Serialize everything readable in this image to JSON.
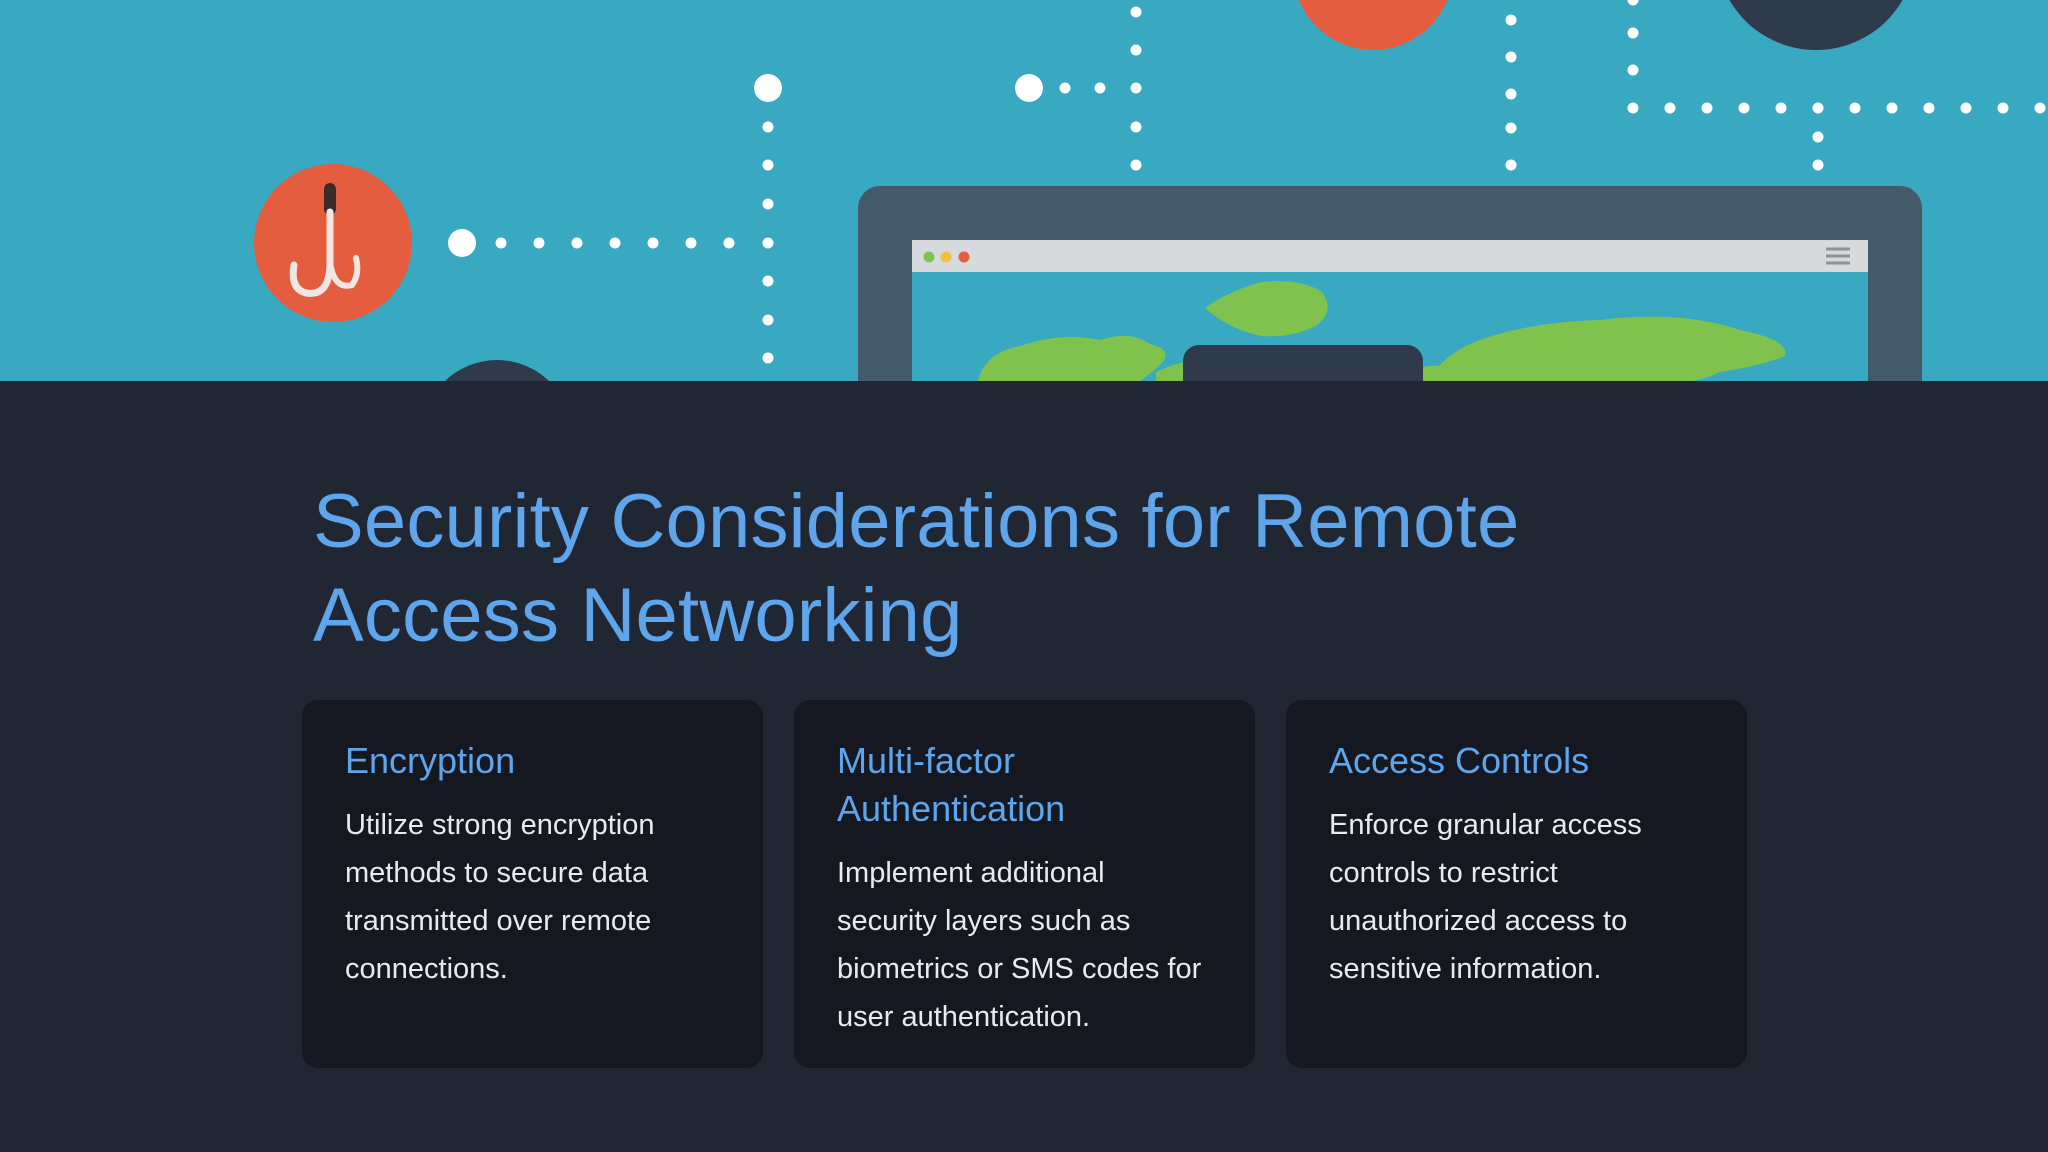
{
  "slide": {
    "title": "Security Considerations for Remote Access Networking",
    "cards": [
      {
        "title": "Encryption",
        "body": "Utilize strong encryption methods to secure data transmitted over remote connections."
      },
      {
        "title": "Multi-factor Authentication",
        "body": "Implement additional security layers such as biometrics or SMS codes for user authentication."
      },
      {
        "title": "Access Controls",
        "body": "Enforce granular access controls to restrict unauthorized access to sensitive information."
      }
    ]
  },
  "illustration": {
    "icons": [
      "fishing-hook-icon",
      "laptop-icon",
      "world-map-icon",
      "browser-menu-icon"
    ],
    "colors": {
      "hero_background": "#38a9c0",
      "accent_orange": "#e55d3f",
      "dark_navy": "#2f3b4a",
      "map_green": "#7fc34e",
      "title_blue": "#5ea5ec",
      "content_background": "#212633",
      "card_background": "#151821"
    }
  }
}
